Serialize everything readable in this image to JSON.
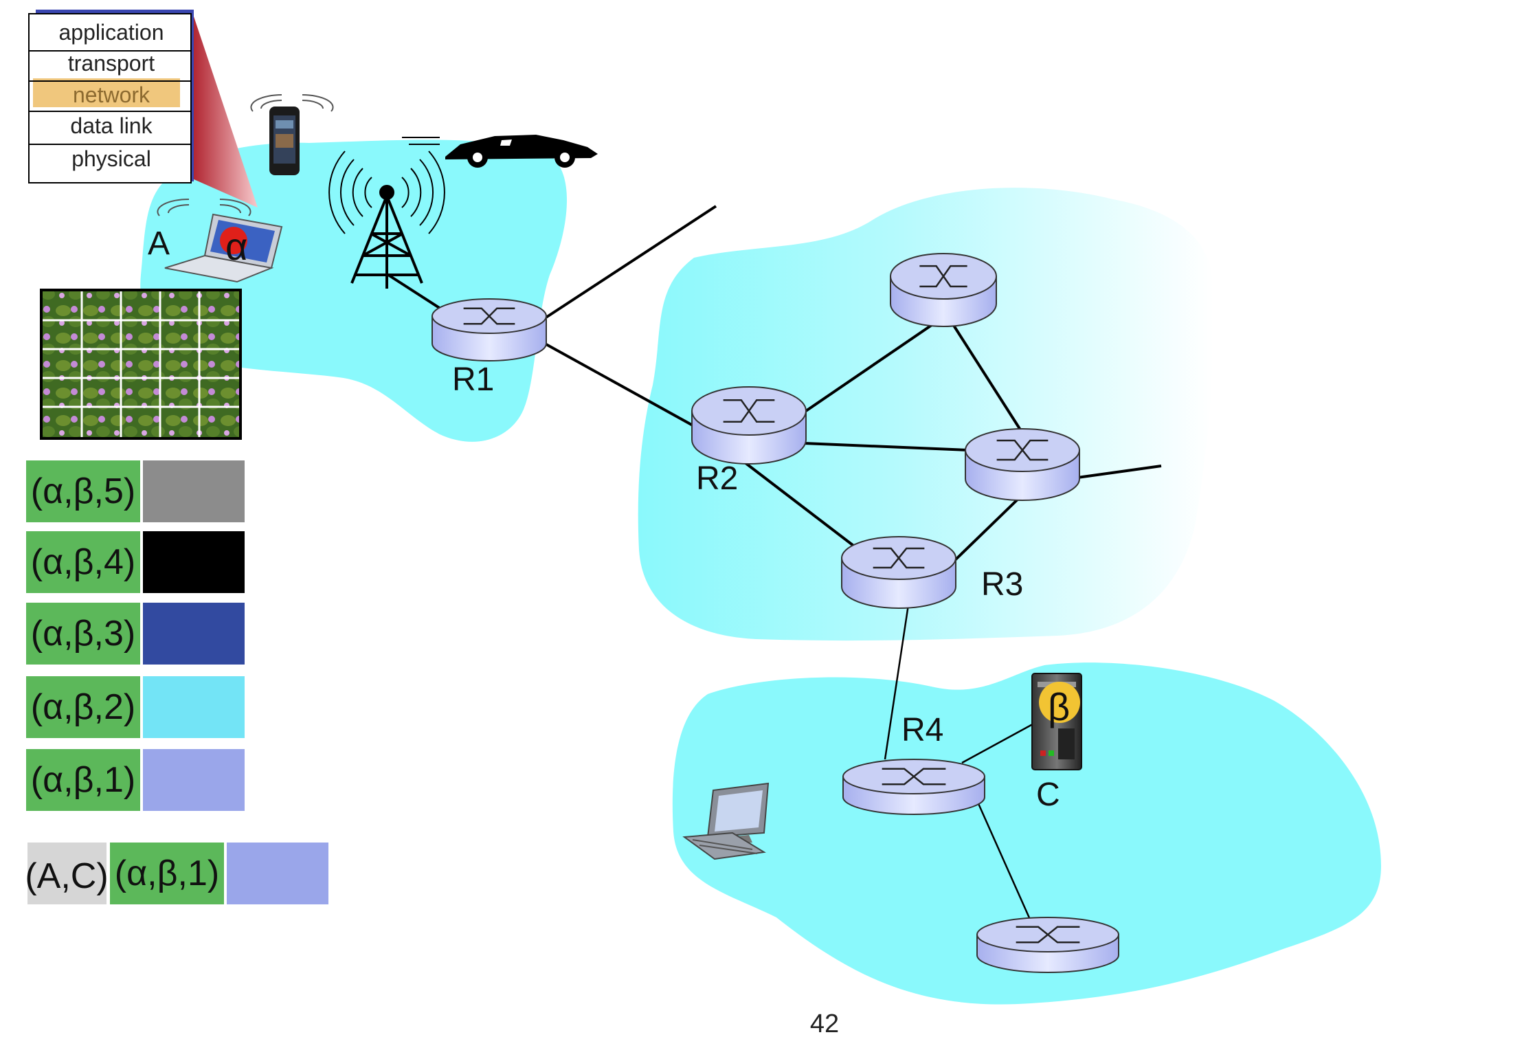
{
  "protocol_stack": {
    "layers": [
      "application",
      "transport",
      "network",
      "data link",
      "physical"
    ],
    "highlighted_layer": "network",
    "highlight_color": "#f0c77d"
  },
  "hosts": {
    "sender_label": "A",
    "sender_marker": "α",
    "server_label": "C",
    "server_marker": "β"
  },
  "routers": {
    "r1": "R1",
    "r2": "R2",
    "r3": "R3",
    "r4": "R4"
  },
  "packets": [
    {
      "header": "(α,β,5)",
      "payload_color": "#8c8c8c"
    },
    {
      "header": "(α,β,4)",
      "payload_color": "#000000"
    },
    {
      "header": "(α,β,3)",
      "payload_color": "#324aa0"
    },
    {
      "header": "(α,β,2)",
      "payload_color": "#73e4f6"
    },
    {
      "header": "(α,β,1)",
      "payload_color": "#9aa6ea"
    }
  ],
  "frame": {
    "link_header": "(A,C)",
    "network_header": "(α,β,1)",
    "payload_color": "#9aa6ea"
  },
  "colors": {
    "network_cloud": "#8af9fc",
    "header_green": "#5cb85a",
    "link_header_gray": "#d6d6d6",
    "router_fill": "#c9d0f5"
  },
  "icons": [
    "smartphone-icon",
    "car-icon",
    "cell-tower-icon",
    "laptop-icon",
    "image-file-icon",
    "server-icon",
    "desktop-computer-icon",
    "router-icon"
  ],
  "page_number": "42"
}
